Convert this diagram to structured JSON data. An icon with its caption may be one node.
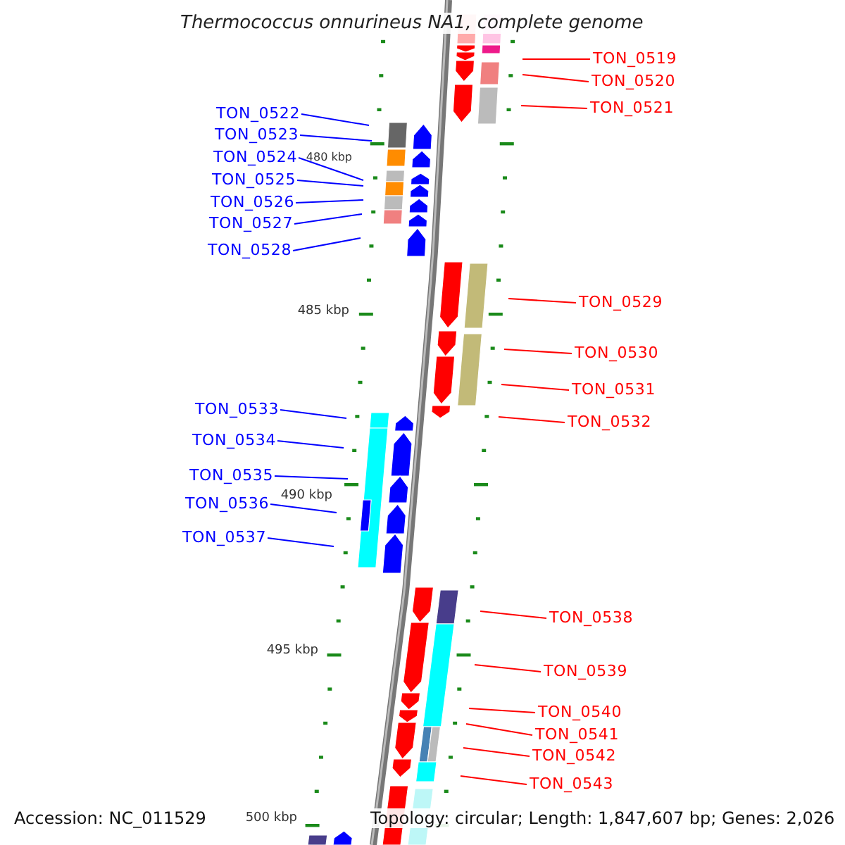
{
  "diagram": {
    "title": "Thermococcus onnurineus NA1, complete genome",
    "nodes": [
      {
        "text": [
          "TON_0519"
        ]
      },
      {
        "text": [
          "TON_0520"
        ]
      },
      {
        "text": [
          "TON_0521"
        ]
      },
      {
        "text": [
          "TON_0522"
        ]
      },
      {
        "text": [
          "TON_0523"
        ]
      },
      {
        "text": [
          "TON_0524"
        ]
      },
      {
        "text": [
          "TON_0525"
        ]
      },
      {
        "text": [
          "TON_0526"
        ]
      },
      {
        "text": [
          "TON_0527"
        ]
      },
      {
        "text": [
          "TON_0528"
        ]
      },
      {
        "text": [
          "TON_0529"
        ]
      },
      {
        "text": [
          "TON_0530"
        ]
      },
      {
        "text": [
          "TON_0531"
        ]
      },
      {
        "text": [
          "TON_0532"
        ]
      },
      {
        "text": [
          "TON_0533"
        ]
      },
      {
        "text": [
          "TON_0534"
        ]
      },
      {
        "text": [
          "TON_0535"
        ]
      },
      {
        "text": [
          "TON_0536"
        ]
      },
      {
        "text": [
          "TON_0537"
        ]
      },
      {
        "text": [
          "TON_0538"
        ]
      },
      {
        "text": [
          "TON_0539"
        ]
      },
      {
        "text": [
          "TON_0540"
        ]
      },
      {
        "text": [
          "TON_0541"
        ]
      },
      {
        "text": [
          "TON_0542"
        ]
      },
      {
        "text": [
          "TON_0543"
        ]
      }
    ],
    "edges": [
      {
        "from": 0,
        "to": null,
        "arrow": "none"
      },
      {
        "from": 1,
        "to": null,
        "arrow": "none"
      },
      {
        "from": 2,
        "to": null,
        "arrow": "none"
      },
      {
        "from": 3,
        "to": null,
        "arrow": "none",
        "color": "#0000ff"
      },
      {
        "from": 4,
        "to": null,
        "arrow": "none",
        "color": "#0000ff"
      },
      {
        "from": 5,
        "to": null,
        "arrow": "none",
        "color": "#0000ff"
      },
      {
        "from": 6,
        "to": null,
        "arrow": "none",
        "color": "#0000ff"
      },
      {
        "from": 7,
        "to": null,
        "arrow": "none",
        "color": "#0000ff"
      },
      {
        "from": 8,
        "to": null,
        "arrow": "none",
        "color": "#0000ff"
      },
      {
        "from": 9,
        "to": null,
        "arrow": "none",
        "color": "#0000ff"
      },
      {
        "from": 10,
        "to": null,
        "arrow": "none"
      },
      {
        "from": 11,
        "to": null,
        "arrow": "none"
      },
      {
        "from": 12,
        "to": null,
        "arrow": "none"
      },
      {
        "from": 13,
        "to": null,
        "arrow": "none"
      },
      {
        "from": 14,
        "to": null,
        "arrow": "none",
        "color": "#0000ff"
      },
      {
        "from": 15,
        "to": null,
        "arrow": "none",
        "color": "#0000ff"
      },
      {
        "from": 16,
        "to": null,
        "arrow": "none",
        "color": "#0000ff"
      },
      {
        "from": 17,
        "to": null,
        "arrow": "none",
        "color": "#0000ff"
      },
      {
        "from": 18,
        "to": null,
        "arrow": "none",
        "color": "#0000ff"
      },
      {
        "from": 19,
        "to": null,
        "arrow": "none"
      },
      {
        "from": 20,
        "to": null,
        "arrow": "none"
      },
      {
        "from": 21,
        "to": null,
        "arrow": "none"
      },
      {
        "from": 22,
        "to": null,
        "arrow": "none"
      },
      {
        "from": 23,
        "to": null,
        "arrow": "none"
      },
      {
        "from": 24,
        "to": null,
        "arrow": "none"
      }
    ],
    "labels": [
      "480 kbp",
      "485 kbp",
      "490 kbp",
      "495 kbp",
      "500 kbp",
      "Accession: NC_011529",
      "Topology: circular; Length: 1,847,607 bp; Genes: 2,026"
    ]
  }
}
